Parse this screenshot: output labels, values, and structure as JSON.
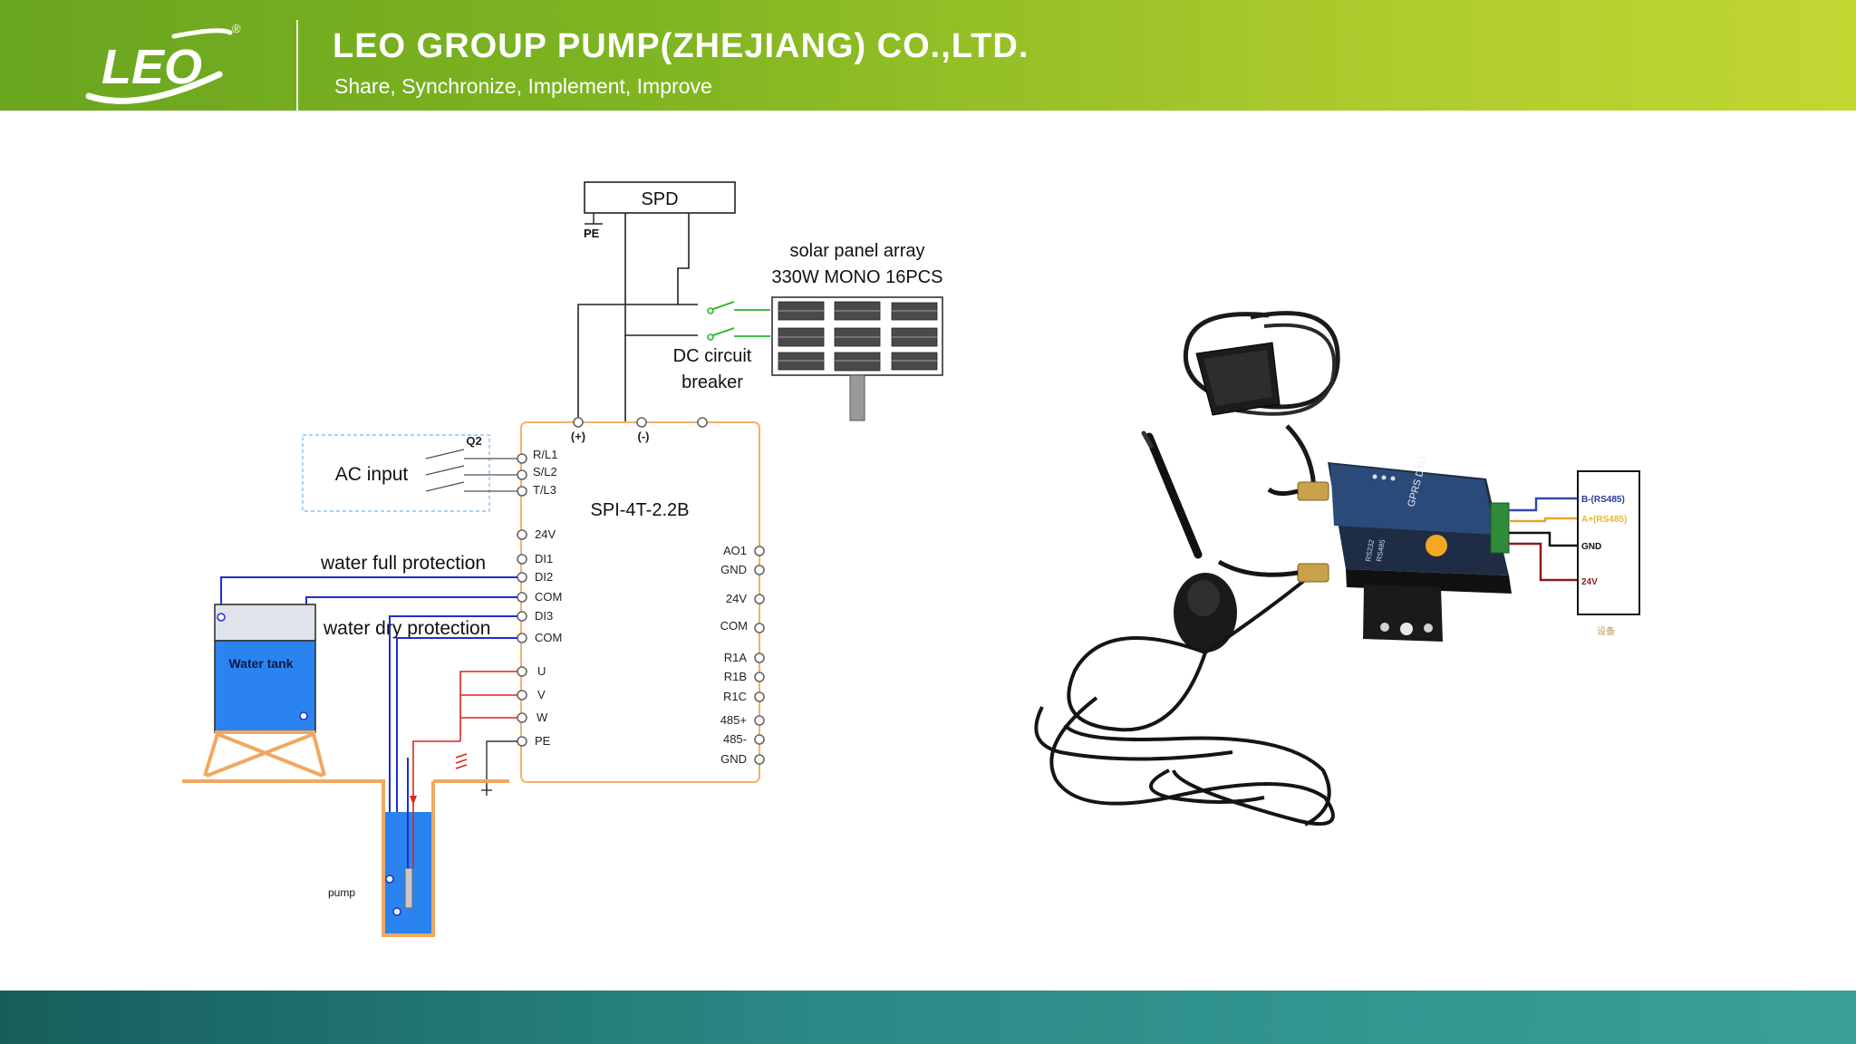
{
  "header": {
    "logo_text": "LEO",
    "logo_mark": "®",
    "company": "LEO GROUP PUMP(ZHEJIANG) CO.,LTD.",
    "slogan": "Share, Synchronize, Implement, Improve"
  },
  "colors": {
    "header_green": "#7fb521",
    "footer_teal": "#2b8a86",
    "inverter_outline": "#f3b16a",
    "wire_blue": "#1a2fd6",
    "wire_red": "#d9261c",
    "wire_green": "#27b52b",
    "water_blue": "#2b83f0"
  },
  "diagram": {
    "spd": "SPD",
    "pe": "PE",
    "solar_line1": "solar panel array",
    "solar_line2": "330W MONO 16PCS",
    "breaker_line1": "DC circuit",
    "breaker_line2": "breaker",
    "dc_plus": "(+)",
    "dc_minus": "(-)",
    "q2": "Q2",
    "ac_input": "AC input",
    "inverter_model": "SPI-4T-2.2B",
    "water_full": "water full protection",
    "water_dry": "water dry protection",
    "water_tank": "Water tank",
    "pump": "pump",
    "left_terminals": [
      "R/L1",
      "S/L2",
      "T/L3",
      "24V",
      "DI1",
      "DI2",
      "COM",
      "DI3",
      "COM",
      "U",
      "V",
      "W",
      "PE"
    ],
    "right_terminals": [
      "AO1",
      "GND",
      "24V",
      "COM",
      "R1A",
      "R1B",
      "R1C",
      "485+",
      "485-",
      "GND"
    ]
  },
  "dtu": {
    "device_name": "GPRS DTU",
    "port_rs232": "RS232",
    "port_rs485": "RS485",
    "wires": [
      "B-(RS485)",
      "A+(RS485)",
      "GND",
      "24V"
    ],
    "box_caption": "设备",
    "icons": [
      "gps-antenna-icon",
      "gsm-antenna-icon",
      "dtu-modem-icon"
    ]
  }
}
